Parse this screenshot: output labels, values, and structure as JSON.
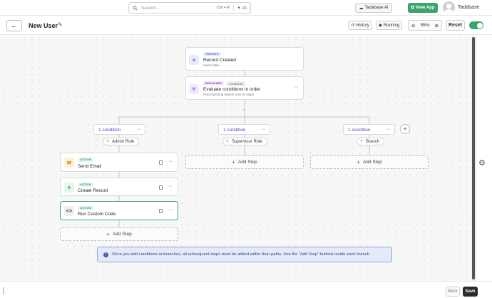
{
  "topnav": {
    "search_placeholder": "Search...",
    "search_shortcut": "Ctrl + K",
    "ai_label": "AI",
    "tadabase_ai_label": "Tadabase AI",
    "view_app_label": "View App",
    "user_name": "Tadabase"
  },
  "header": {
    "title": "New User",
    "history_label": "History",
    "running_label": "Running",
    "zoom_level": "95%",
    "reset_label": "Reset",
    "toggle_on": true
  },
  "trigger": {
    "tag": "TRIGGER",
    "title": "Record Created",
    "subtitle": "Users table"
  },
  "branches": {
    "tag": "BRANCHES",
    "count": "3 branches",
    "title": "Evaluate conditions in order",
    "subtitle": "First matching branch runs its steps"
  },
  "branch_columns": [
    {
      "condition_label": "1 condition",
      "role": "Admin Role",
      "steps": [
        {
          "tag": "ACTION",
          "title": "Send Email",
          "icon": "envelope-icon"
        },
        {
          "tag": "ACTION",
          "title": "Create Record",
          "icon": "plus-icon"
        },
        {
          "tag": "ACTION",
          "title": "Run Custom Code",
          "icon": "code-icon"
        }
      ],
      "add_step_label": "Add Step"
    },
    {
      "condition_label": "1 condition",
      "role": "Supervisor Role",
      "steps": [],
      "add_step_label": "Add Step"
    },
    {
      "condition_label": "1 condition",
      "role": "Branch",
      "steps": [],
      "add_step_label": "Add Step"
    }
  ],
  "info_banner": "Once you add conditions or branches, all subsequent steps must be added within their paths. Use the \"Add Step\" buttons inside each branch.",
  "footer": {
    "back_label": "Back",
    "save_label": "Save"
  },
  "colors": {
    "accent_green": "#3aa46b",
    "condition_purple": "#5b3fd6",
    "selected_border": "#3aa46b",
    "banner_bg": "#e4eaf8"
  }
}
